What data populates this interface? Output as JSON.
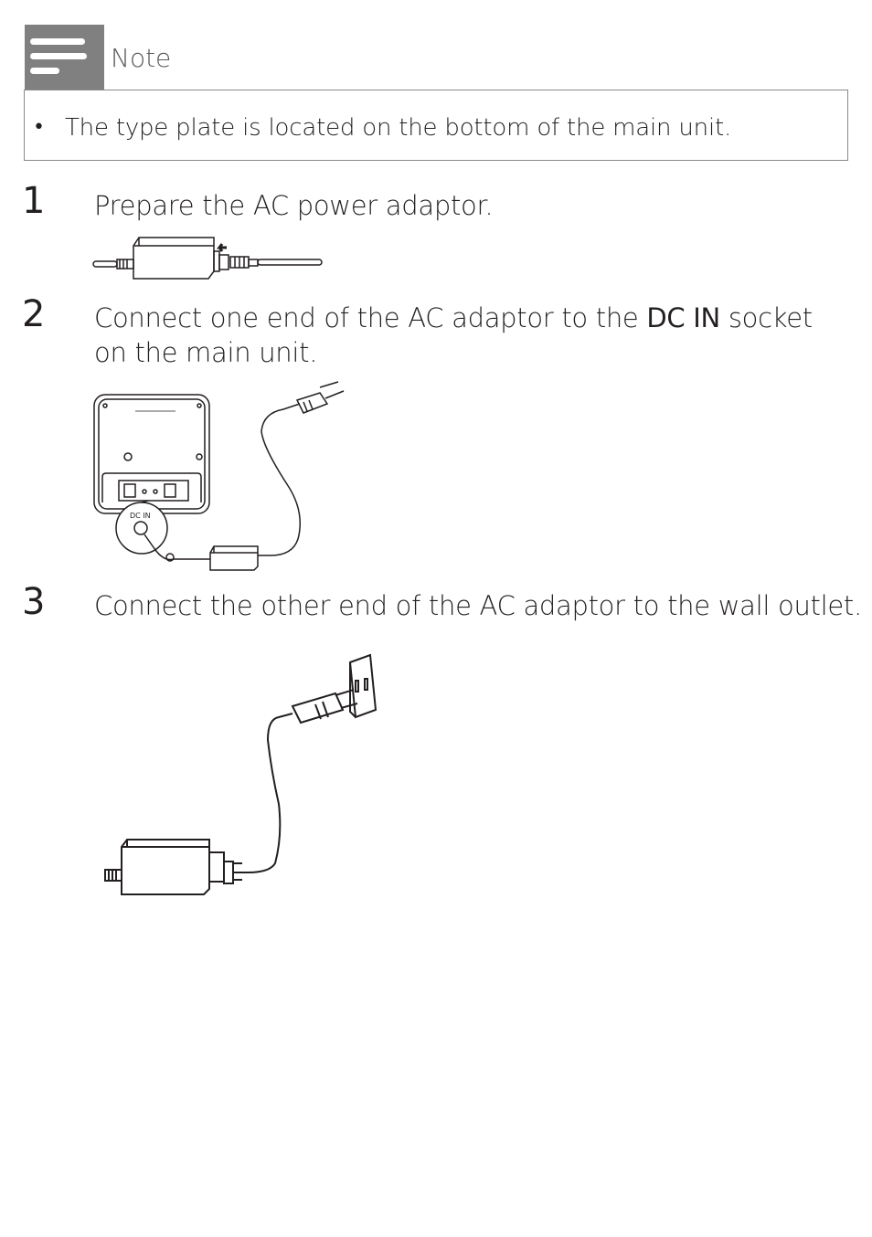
{
  "note": {
    "icon": "note-lines-icon",
    "title": "Note",
    "bullet": "•",
    "text": "The type plate is located on the bottom of the main unit."
  },
  "steps": [
    {
      "number": "1",
      "text": "Prepare the AC power adaptor."
    },
    {
      "number": "2",
      "text_before": "Connect one end of the AC adaptor to the ",
      "emphasis": "DC IN",
      "text_after": " socket on the main unit."
    },
    {
      "number": "3",
      "text": "Connect the other end of the AC adaptor to the wall outlet."
    }
  ],
  "figure2": {
    "socket_label": "DC IN"
  }
}
